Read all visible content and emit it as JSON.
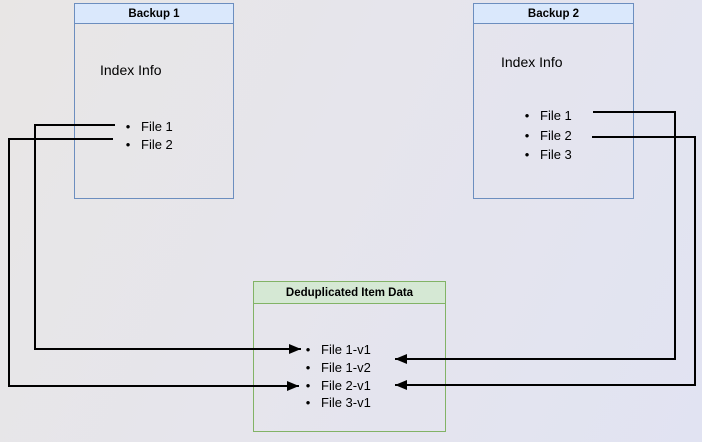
{
  "colors": {
    "blue_fill": "#dae8fc",
    "blue_border": "#6c8ebf",
    "green_fill": "#d5e8d4",
    "green_border": "#82b366",
    "arrow_color": "#000000"
  },
  "boxes": {
    "backup1": {
      "title": "Backup 1",
      "index_label": "Index Info",
      "files": [
        "File 1",
        "File 2"
      ]
    },
    "backup2": {
      "title": "Backup 2",
      "index_label": "Index Info",
      "files": [
        "File 1",
        "File 2",
        "File 3"
      ]
    },
    "dedup": {
      "title": "Deduplicated Item Data",
      "items": [
        "File 1-v1",
        "File 1-v2",
        "File 2-v1",
        "File 3-v1"
      ]
    }
  },
  "bullet_glyph": "•",
  "connections": [
    {
      "from": "Backup 1 / File 1",
      "to": "File 1-v1",
      "direction": "left-side, arrow points right"
    },
    {
      "from": "Backup 1 / File 2",
      "to": "File 2-v1",
      "direction": "left-side, arrow points right"
    },
    {
      "from": "Backup 2 / File 1",
      "to": "File 1-v2",
      "direction": "right-side, arrow points left"
    },
    {
      "from": "Backup 2 / File 2",
      "to": "File 2-v1",
      "direction": "right-side, arrow points left"
    }
  ]
}
